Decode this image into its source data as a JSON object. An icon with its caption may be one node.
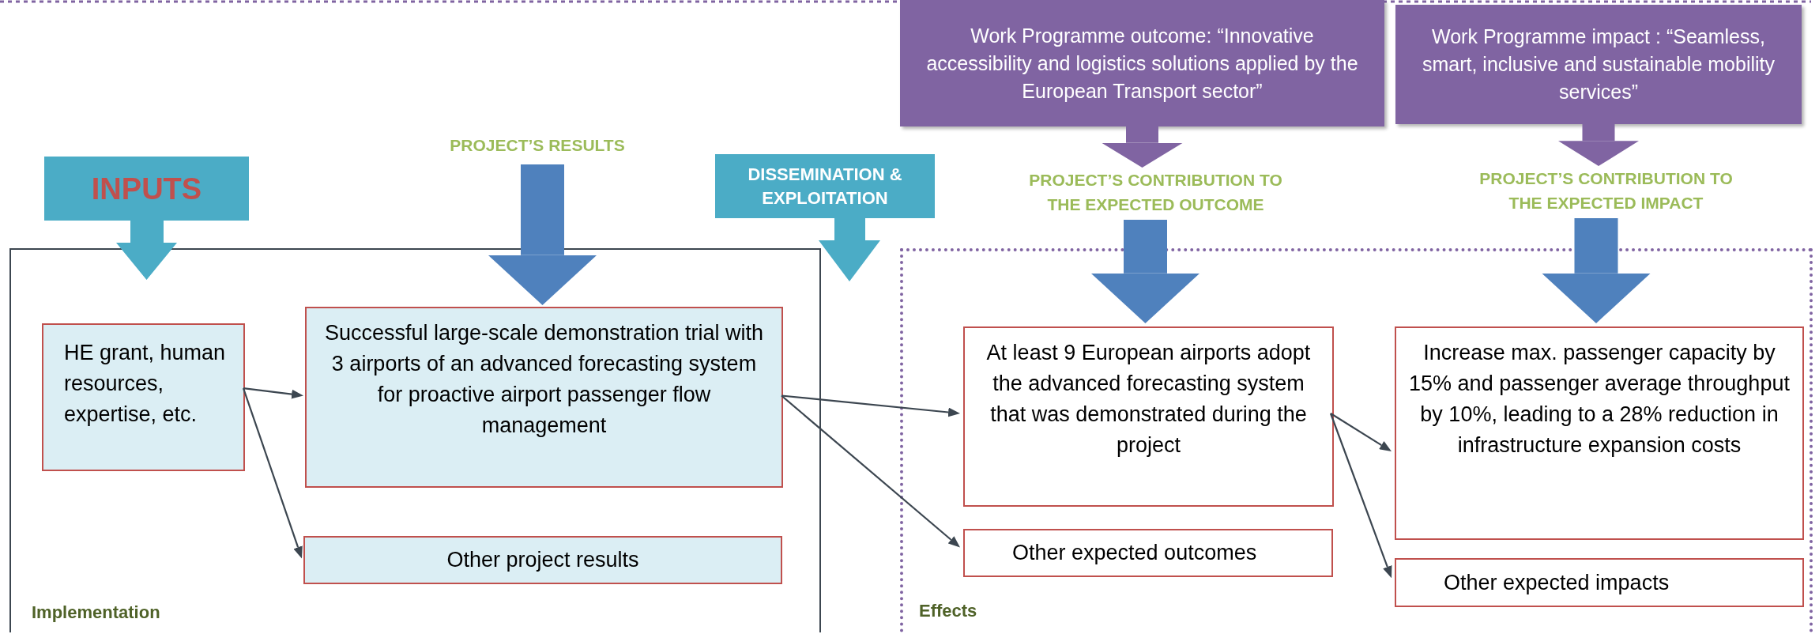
{
  "diagram": {
    "nodes": [
      {
        "text": [
          "Implementation"
        ]
      },
      {
        "text": [
          "INPUTS"
        ]
      },
      {
        "text": [
          "PROJECT’S RESULTS"
        ]
      },
      {
        "text": [
          "DISSEMINATION & EXPLOITATION"
        ]
      },
      {
        "text": [
          "Work Programme outcome: “Innovative accessibility and logistics solutions applied by the European Transport sector”"
        ]
      },
      {
        "text": [
          "Work Programme impact : “Seamless, smart, inclusive and sustainable mobility services”"
        ]
      },
      {
        "text": [
          "PROJECT’S CONTRIBUTION TO THE EXPECTED OUTCOME"
        ]
      },
      {
        "text": [
          "PROJECT’S CONTRIBUTION TO THE EXPECTED IMPACT"
        ]
      },
      {
        "text": [
          "Effects"
        ]
      },
      {
        "text": [
          "HE grant, human resources, expertise, etc."
        ],
        "in": 0
      },
      {
        "text": [
          "Successful large-scale demonstration trial with 3 airports of an advanced forecasting system for proactive airport passenger flow management"
        ],
        "in": 0
      },
      {
        "text": [
          "Other project results"
        ],
        "in": 0
      },
      {
        "text": [
          "At least 9 European airports adopt the advanced forecasting system that was demonstrated during the project"
        ],
        "in": 8
      },
      {
        "text": [
          "Other expected outcomes"
        ],
        "in": 8
      },
      {
        "text": [
          "Increase max. passenger capacity by 15% and passenger average throughput by 10%, leading to a 28% reduction in infrastructure expansion costs"
        ],
        "in": 8
      },
      {
        "text": [
          "Other expected impacts"
        ],
        "in": 8
      }
    ],
    "edges": [
      {
        "from": 9,
        "to": 10,
        "arrow": "to"
      },
      {
        "from": 9,
        "to": 11,
        "arrow": "to"
      },
      {
        "from": 10,
        "to": 12,
        "arrow": "to"
      },
      {
        "from": 10,
        "to": 13,
        "arrow": "to"
      },
      {
        "from": 12,
        "to": 14,
        "arrow": "to"
      },
      {
        "from": 12,
        "to": 15,
        "arrow": "to"
      },
      {
        "from": 2,
        "to": 10,
        "arrow": "to",
        "style": "thick",
        "color": "#4f81bd"
      },
      {
        "from": 4,
        "to": 6,
        "arrow": "to",
        "style": "thick",
        "color": "#8064a2"
      },
      {
        "from": 6,
        "to": 12,
        "arrow": "to",
        "style": "thick",
        "color": "#4f81bd"
      },
      {
        "from": 5,
        "to": 7,
        "arrow": "to",
        "style": "thick",
        "color": "#8064a2"
      },
      {
        "from": 7,
        "to": 14,
        "arrow": "to",
        "style": "thick",
        "color": "#4f81bd"
      }
    ]
  }
}
